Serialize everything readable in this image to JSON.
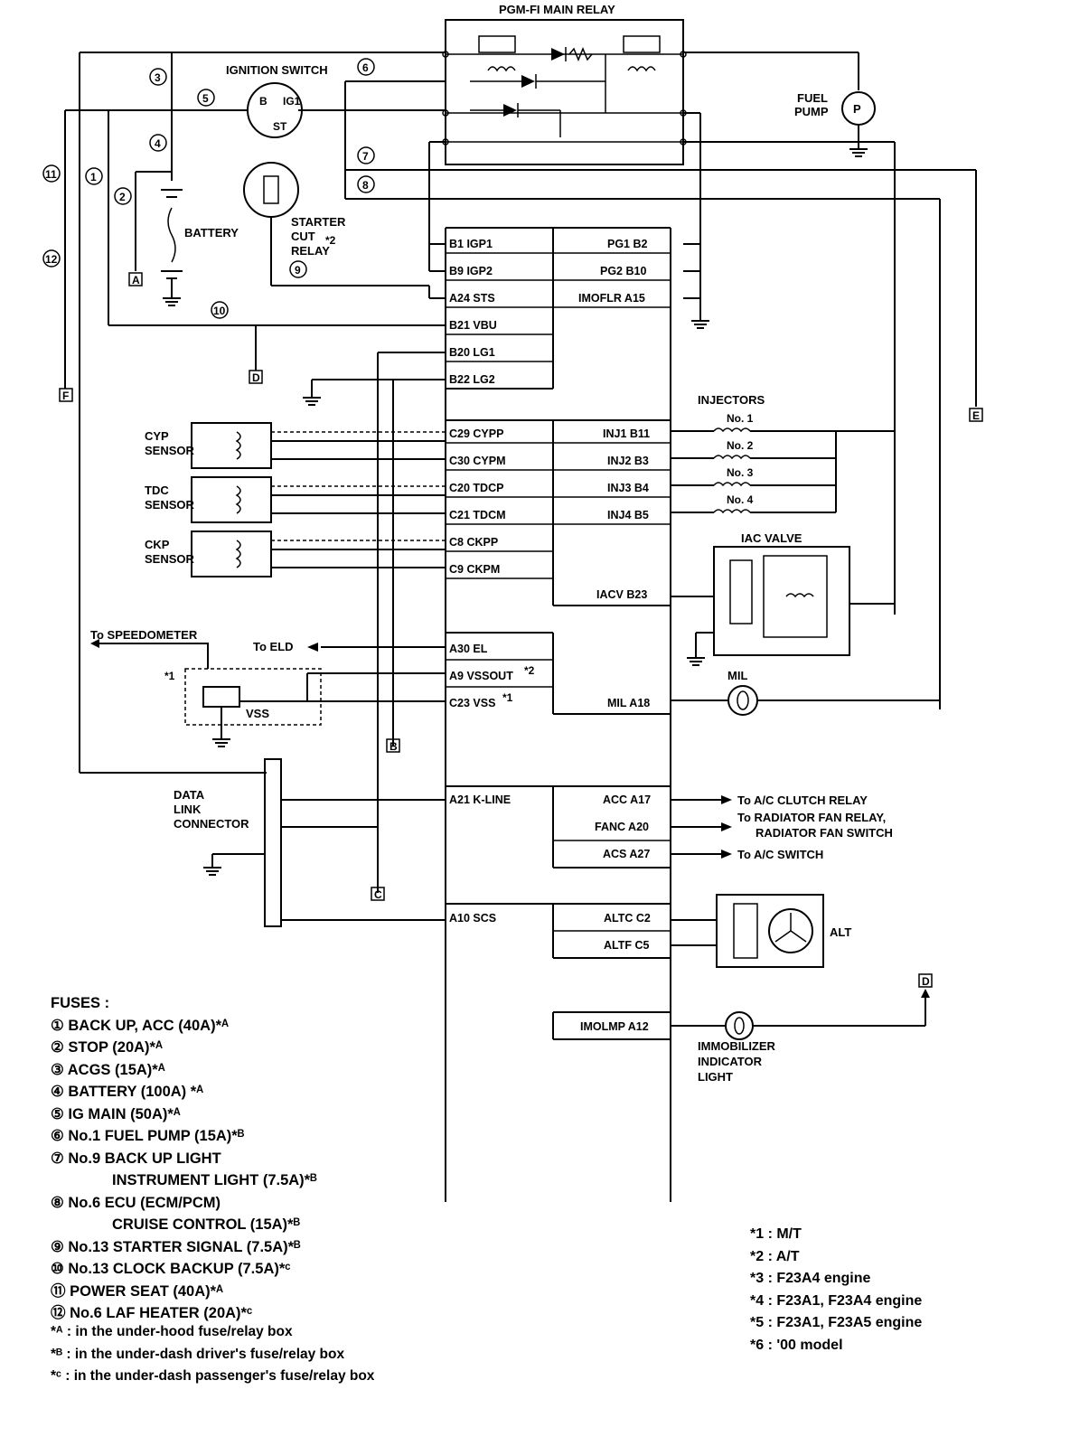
{
  "relay": {
    "title": "PGM-FI MAIN RELAY"
  },
  "ignition": {
    "title": "IGNITION SWITCH",
    "b": "B",
    "ig1": "IG1",
    "st": "ST"
  },
  "battery": "BATTERY",
  "starter": {
    "line1": "STARTER",
    "line2": "CUT",
    "line3": "RELAY",
    "note": "*2"
  },
  "fuel_pump": {
    "line1": "FUEL",
    "line2": "PUMP",
    "symbol": "P"
  },
  "connectors": {
    "A": "A",
    "B": "B",
    "C": "C",
    "D": "D",
    "E": "E",
    "F": "F"
  },
  "fuse_numbers": [
    "1",
    "2",
    "3",
    "4",
    "5",
    "6",
    "7",
    "8",
    "9",
    "10",
    "11",
    "12"
  ],
  "ecu_left_pins": [
    "B1 IGP1",
    "B9 IGP2",
    "A24 STS",
    "B21 VBU",
    "B20 LG1",
    "B22 LG2",
    "C29 CYPP",
    "C30 CYPM",
    "C20 TDCP",
    "C21 TDCM",
    "C8 CKPP",
    "C9 CKPM",
    "A30 EL",
    "A9 VSSOUT",
    "C23 VSS",
    "A21 K-LINE",
    "A10 SCS"
  ],
  "vssout_note": "*2",
  "vss_note": "*1",
  "ecu_right_pins": [
    "PG1 B2",
    "PG2 B10",
    "IMOFLR A15",
    "INJ1 B11",
    "INJ2 B3",
    "INJ3 B4",
    "INJ4 B5",
    "IACV B23",
    "MIL A18",
    "ACC A17",
    "FANC A20",
    "ACS A27",
    "ALTC C2",
    "ALTF C5",
    "IMOLMP A12"
  ],
  "sensors": {
    "cyp": {
      "line1": "CYP",
      "line2": "SENSOR"
    },
    "tdc": {
      "line1": "TDC",
      "line2": "SENSOR"
    },
    "ckp": {
      "line1": "CKP",
      "line2": "SENSOR"
    }
  },
  "injectors": {
    "title": "INJECTORS",
    "items": [
      "No. 1",
      "No. 2",
      "No. 3",
      "No. 4"
    ]
  },
  "iac": "IAC VALVE",
  "mil": "MIL",
  "speedometer": "To SPEEDOMETER",
  "eld": "To ELD",
  "vss_label": "VSS",
  "mt_note": "*1",
  "dlc": {
    "line1": "DATA",
    "line2": "LINK",
    "line3": "CONNECTOR"
  },
  "outputs": {
    "ac_clutch": "To A/C CLUTCH RELAY",
    "fan1": "To RADIATOR FAN RELAY,",
    "fan2": "RADIATOR FAN SWITCH",
    "ac_switch": "To A/C SWITCH"
  },
  "alt": "ALT",
  "immobilizer": {
    "line1": "IMMOBILIZER",
    "line2": "INDICATOR",
    "line3": "LIGHT"
  },
  "fuses": {
    "title": "FUSES :",
    "items": [
      "① BACK UP, ACC (40A)*ᴬ",
      "② STOP  (20A)*ᴬ",
      "③ ACGS (15A)*ᴬ",
      "④ BATTERY (100A) *ᴬ",
      "⑤ IG MAIN (50A)*ᴬ",
      "⑥ No.1 FUEL PUMP (15A)*ᴮ",
      "⑦ No.9 BACK UP LIGHT",
      "INSTRUMENT LIGHT (7.5A)*ᴮ",
      "⑧ No.6 ECU (ECM/PCM)",
      "CRUISE CONTROL (15A)*ᴮ",
      "⑨ No.13 STARTER SIGNAL (7.5A)*ᴮ",
      "⑩ No.13 CLOCK BACKUP (7.5A)*ᶜ",
      "⑪ POWER SEAT (40A)*ᴬ",
      "⑫ No.6 LAF HEATER (20A)*ᶜ"
    ]
  },
  "box_notes": [
    "*ᴬ : in the under-hood fuse/relay box",
    "*ᴮ : in the under-dash driver's fuse/relay box",
    "*ᶜ : in the under-dash passenger's fuse/relay box"
  ],
  "engine_notes": [
    "*1 : M/T",
    "*2 : A/T",
    "*3 : F23A4 engine",
    "*4 : F23A1, F23A4 engine",
    "*5 : F23A1, F23A5 engine",
    "*6 : '00 model"
  ]
}
